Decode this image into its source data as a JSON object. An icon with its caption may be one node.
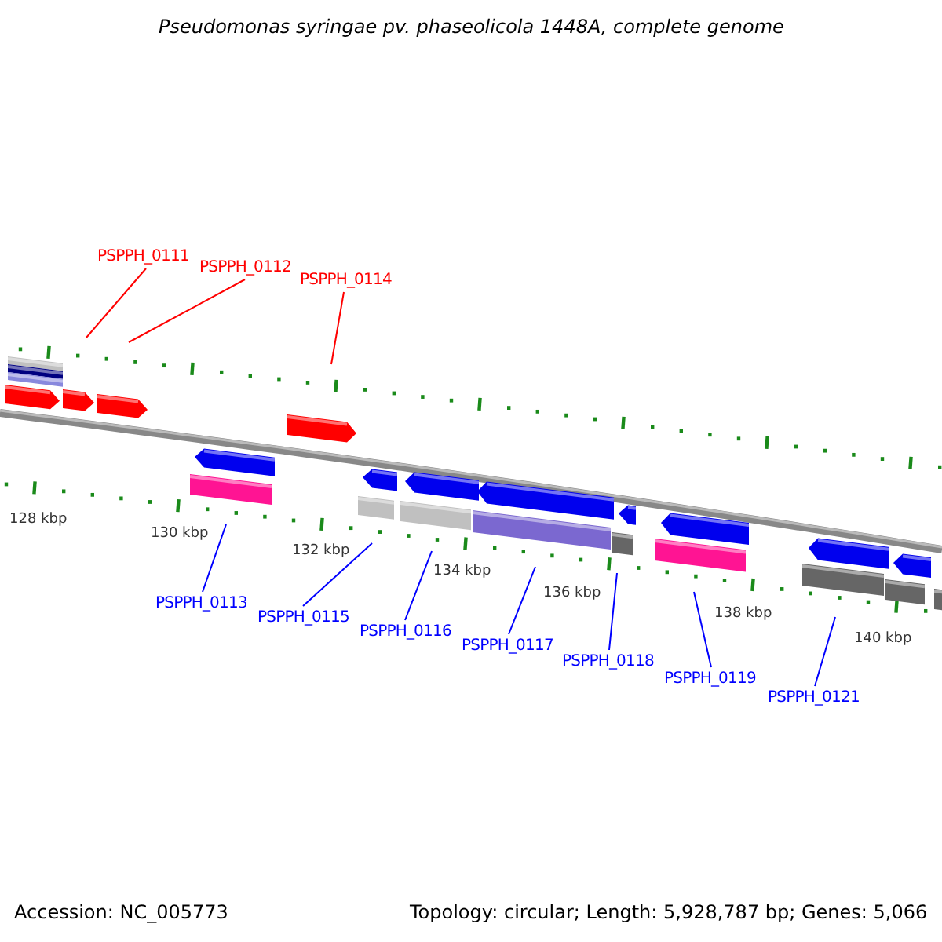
{
  "diagram": {
    "title": "Pseudomonas syringae pv. phaseolicola 1448A, complete genome",
    "nodes": [
      {
        "text": [
          "PSPPH_0111"
        ]
      },
      {
        "text": [
          "PSPPH_0112"
        ]
      },
      {
        "text": [
          "PSPPH_0114"
        ]
      },
      {
        "text": [
          "PSPPH_0113"
        ]
      },
      {
        "text": [
          "PSPPH_0115"
        ]
      },
      {
        "text": [
          "PSPPH_0116"
        ]
      },
      {
        "text": [
          "PSPPH_0117"
        ]
      },
      {
        "text": [
          "PSPPH_0118"
        ]
      },
      {
        "text": [
          "PSPPH_0119"
        ]
      },
      {
        "text": [
          "PSPPH_0121"
        ]
      }
    ],
    "edges": [
      {
        "from": 0,
        "to": null,
        "arrow": "none",
        "color": "#ff0000"
      },
      {
        "from": 1,
        "to": null,
        "arrow": "none",
        "color": "#ff0000"
      },
      {
        "from": 2,
        "to": null,
        "arrow": "none",
        "color": "#ff0000"
      },
      {
        "from": 3,
        "to": null,
        "arrow": "none"
      },
      {
        "from": 4,
        "to": null,
        "arrow": "none"
      },
      {
        "from": 5,
        "to": null,
        "arrow": "none"
      },
      {
        "from": 6,
        "to": null,
        "arrow": "none"
      },
      {
        "from": 7,
        "to": null,
        "arrow": "none"
      },
      {
        "from": 8,
        "to": null,
        "arrow": "none"
      },
      {
        "from": 9,
        "to": null,
        "arrow": "none"
      }
    ],
    "labels": [
      "128 kbp",
      "130 kbp",
      "132 kbp",
      "134 kbp",
      "136 kbp",
      "138 kbp",
      "140 kbp",
      "Accession: NC_005773",
      "Topology: circular; Length: 5,928,787 bp; Genes: 5,066"
    ]
  }
}
